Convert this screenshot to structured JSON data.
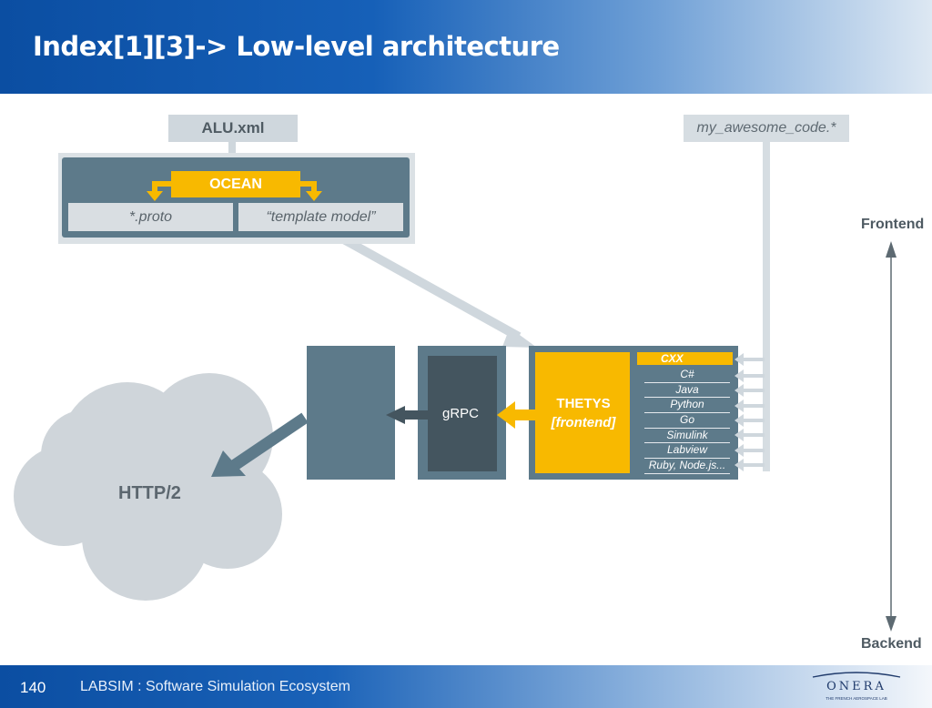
{
  "slide": {
    "title": "Index[1][3]-> Low-level architecture",
    "page_number": "140",
    "footer_text": "LABSIM : Software Simulation Ecosystem",
    "logo_text": "ONERA",
    "logo_subtext": "THE FRENCH AEROSPACE LAB"
  },
  "diagram": {
    "alu_label": "ALU.xml",
    "my_code_label": "my_awesome_code.*",
    "ocean_label": "OCEAN",
    "proto_label": "*.proto",
    "template_label": "“template model”",
    "frontend_label": "Frontend",
    "backend_label": "Backend",
    "http_label": "HTTP/2",
    "grpc_label": "gRPC",
    "thetys_label": "THETYS",
    "thetys_sub": "[frontend]",
    "cxx_label": "CXX",
    "languages": [
      "C#",
      "Java",
      "Python",
      "Go",
      "Simulink",
      "Labview",
      "Ruby, Node.js..."
    ]
  },
  "colors": {
    "accent_yellow": "#f8b900",
    "slate": "#5d7a8a",
    "dark_slate": "#44555f",
    "light_gray": "#cfd7dd",
    "cloud": "#cfd5da"
  }
}
